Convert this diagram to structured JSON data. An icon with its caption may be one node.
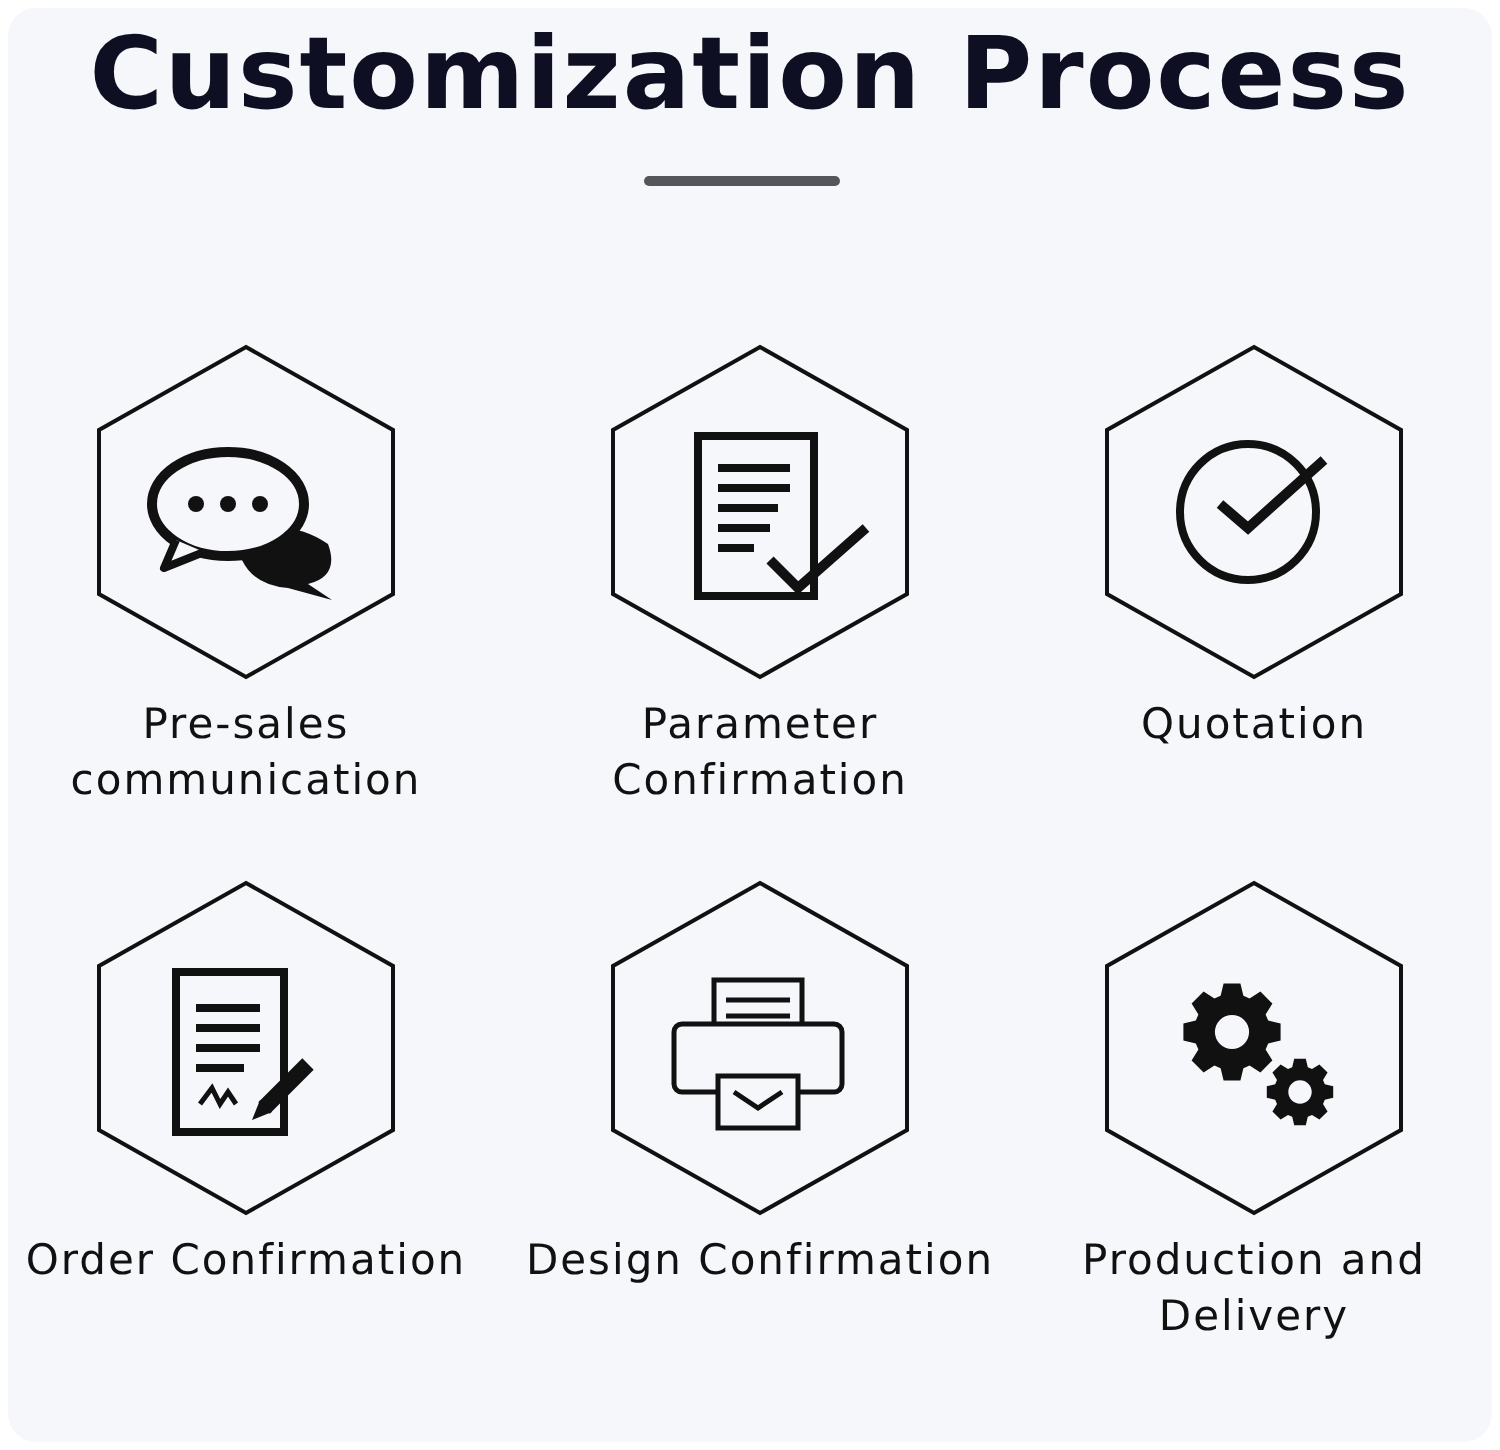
{
  "diagram": {
    "title": "Customization Process",
    "nodes": [
      {
        "text": [
          "Pre-sales communication"
        ]
      },
      {
        "text": [
          "Parameter Confirmation"
        ]
      },
      {
        "text": [
          "Quotation"
        ]
      },
      {
        "text": [
          "Order Confirmation"
        ]
      },
      {
        "text": [
          "Design Confirmation"
        ]
      },
      {
        "text": [
          "Production and Delivery"
        ]
      }
    ]
  }
}
